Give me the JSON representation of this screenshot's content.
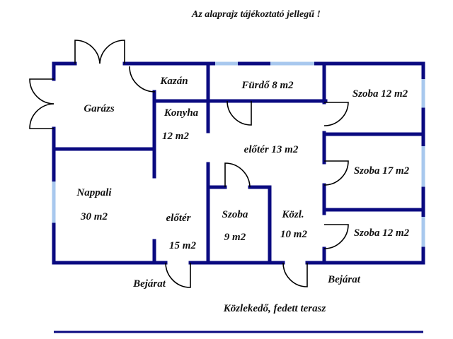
{
  "title": "Az alaprajz tájékoztató jellegű !",
  "rooms": {
    "garage": "Garázs",
    "boiler": "Kazán",
    "bathroom": "Fürdő 8 m2",
    "room_ne": "Szoba 12 m2",
    "kitchen_name": "Konyha",
    "kitchen_area": "12 m2",
    "hall_13": "előtér 13 m2",
    "room_e": "Szoba 17 m2",
    "living_name": "Nappali",
    "living_area": "30 m2",
    "hall_15_name": "előtér",
    "hall_15_area": "15 m2",
    "room_small_name": "Szoba",
    "room_small_area": "9 m2",
    "corridor_name": "Közl.",
    "corridor_area": "10 m2",
    "room_se": "Szoba 12 m2"
  },
  "entrances": {
    "left": "Bejárat",
    "right": "Bejárat"
  },
  "terrace": "Közlekedő, fedett terasz",
  "colors": {
    "wall": "#0a0a80",
    "window": "#a8c8ee",
    "door": "#000000"
  }
}
